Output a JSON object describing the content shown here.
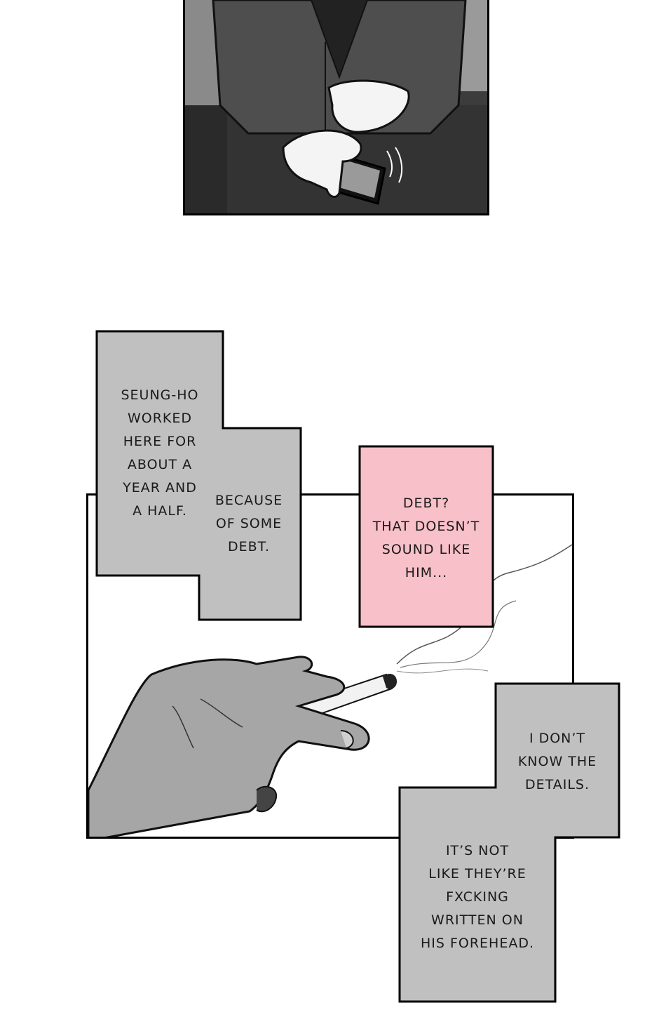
{
  "captions": {
    "c1_lines": [
      "SEUNG-HO",
      "WORKED",
      "HERE FOR",
      "ABOUT A",
      "YEAR AND",
      "A HALF."
    ],
    "c2_lines": [
      "BECAUSE",
      "OF SOME",
      "DEBT."
    ],
    "c3_lines": [
      "DEBT?",
      "THAT DOESN’T",
      "SOUND LIKE",
      "HIM..."
    ],
    "c4_lines": [
      "I DON’T",
      "KNOW THE",
      "DETAILS."
    ],
    "c5_lines": [
      "IT’S NOT",
      "LIKE THEY’RE",
      "FXCKING",
      "WRITTEN ON",
      "HIS FOREHEAD."
    ]
  },
  "colors": {
    "caption_gray": "#c0c0c0",
    "caption_pink": "#f8c0c8",
    "panel_dark": "#3a3a3a",
    "ink": "#000000"
  },
  "icons": {
    "top_panel": "phone-on-table-illustration",
    "bottom_panel": "hand-with-cigarette-illustration"
  }
}
